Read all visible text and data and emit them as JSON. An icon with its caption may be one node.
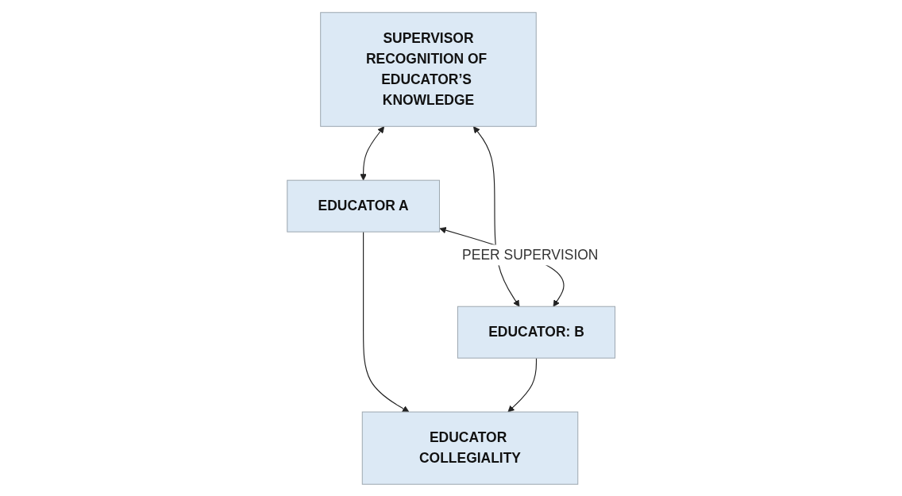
{
  "diagram": {
    "nodes": [
      {
        "text": [
          "SUPERVISOR",
          "RECOGNITION OF EDUCATOR’S KNOWLEDGE"
        ]
      },
      {
        "text": [
          "EDUCATOR A"
        ]
      },
      {
        "text": [
          "EDUCATOR: B"
        ]
      },
      {
        "text": [
          "EDUCATOR COLLEGIALITY"
        ]
      }
    ],
    "edges": [
      {
        "from": 0,
        "to": 1,
        "arrow": "both"
      },
      {
        "from": 0,
        "to": 2,
        "arrow": "both"
      },
      {
        "from": 1,
        "to": 2,
        "arrow": "both",
        "label": "PEER SUPERVISION"
      },
      {
        "from": 1,
        "to": 3,
        "arrow": "to"
      },
      {
        "from": 2,
        "to": 3,
        "arrow": "to"
      }
    ]
  }
}
